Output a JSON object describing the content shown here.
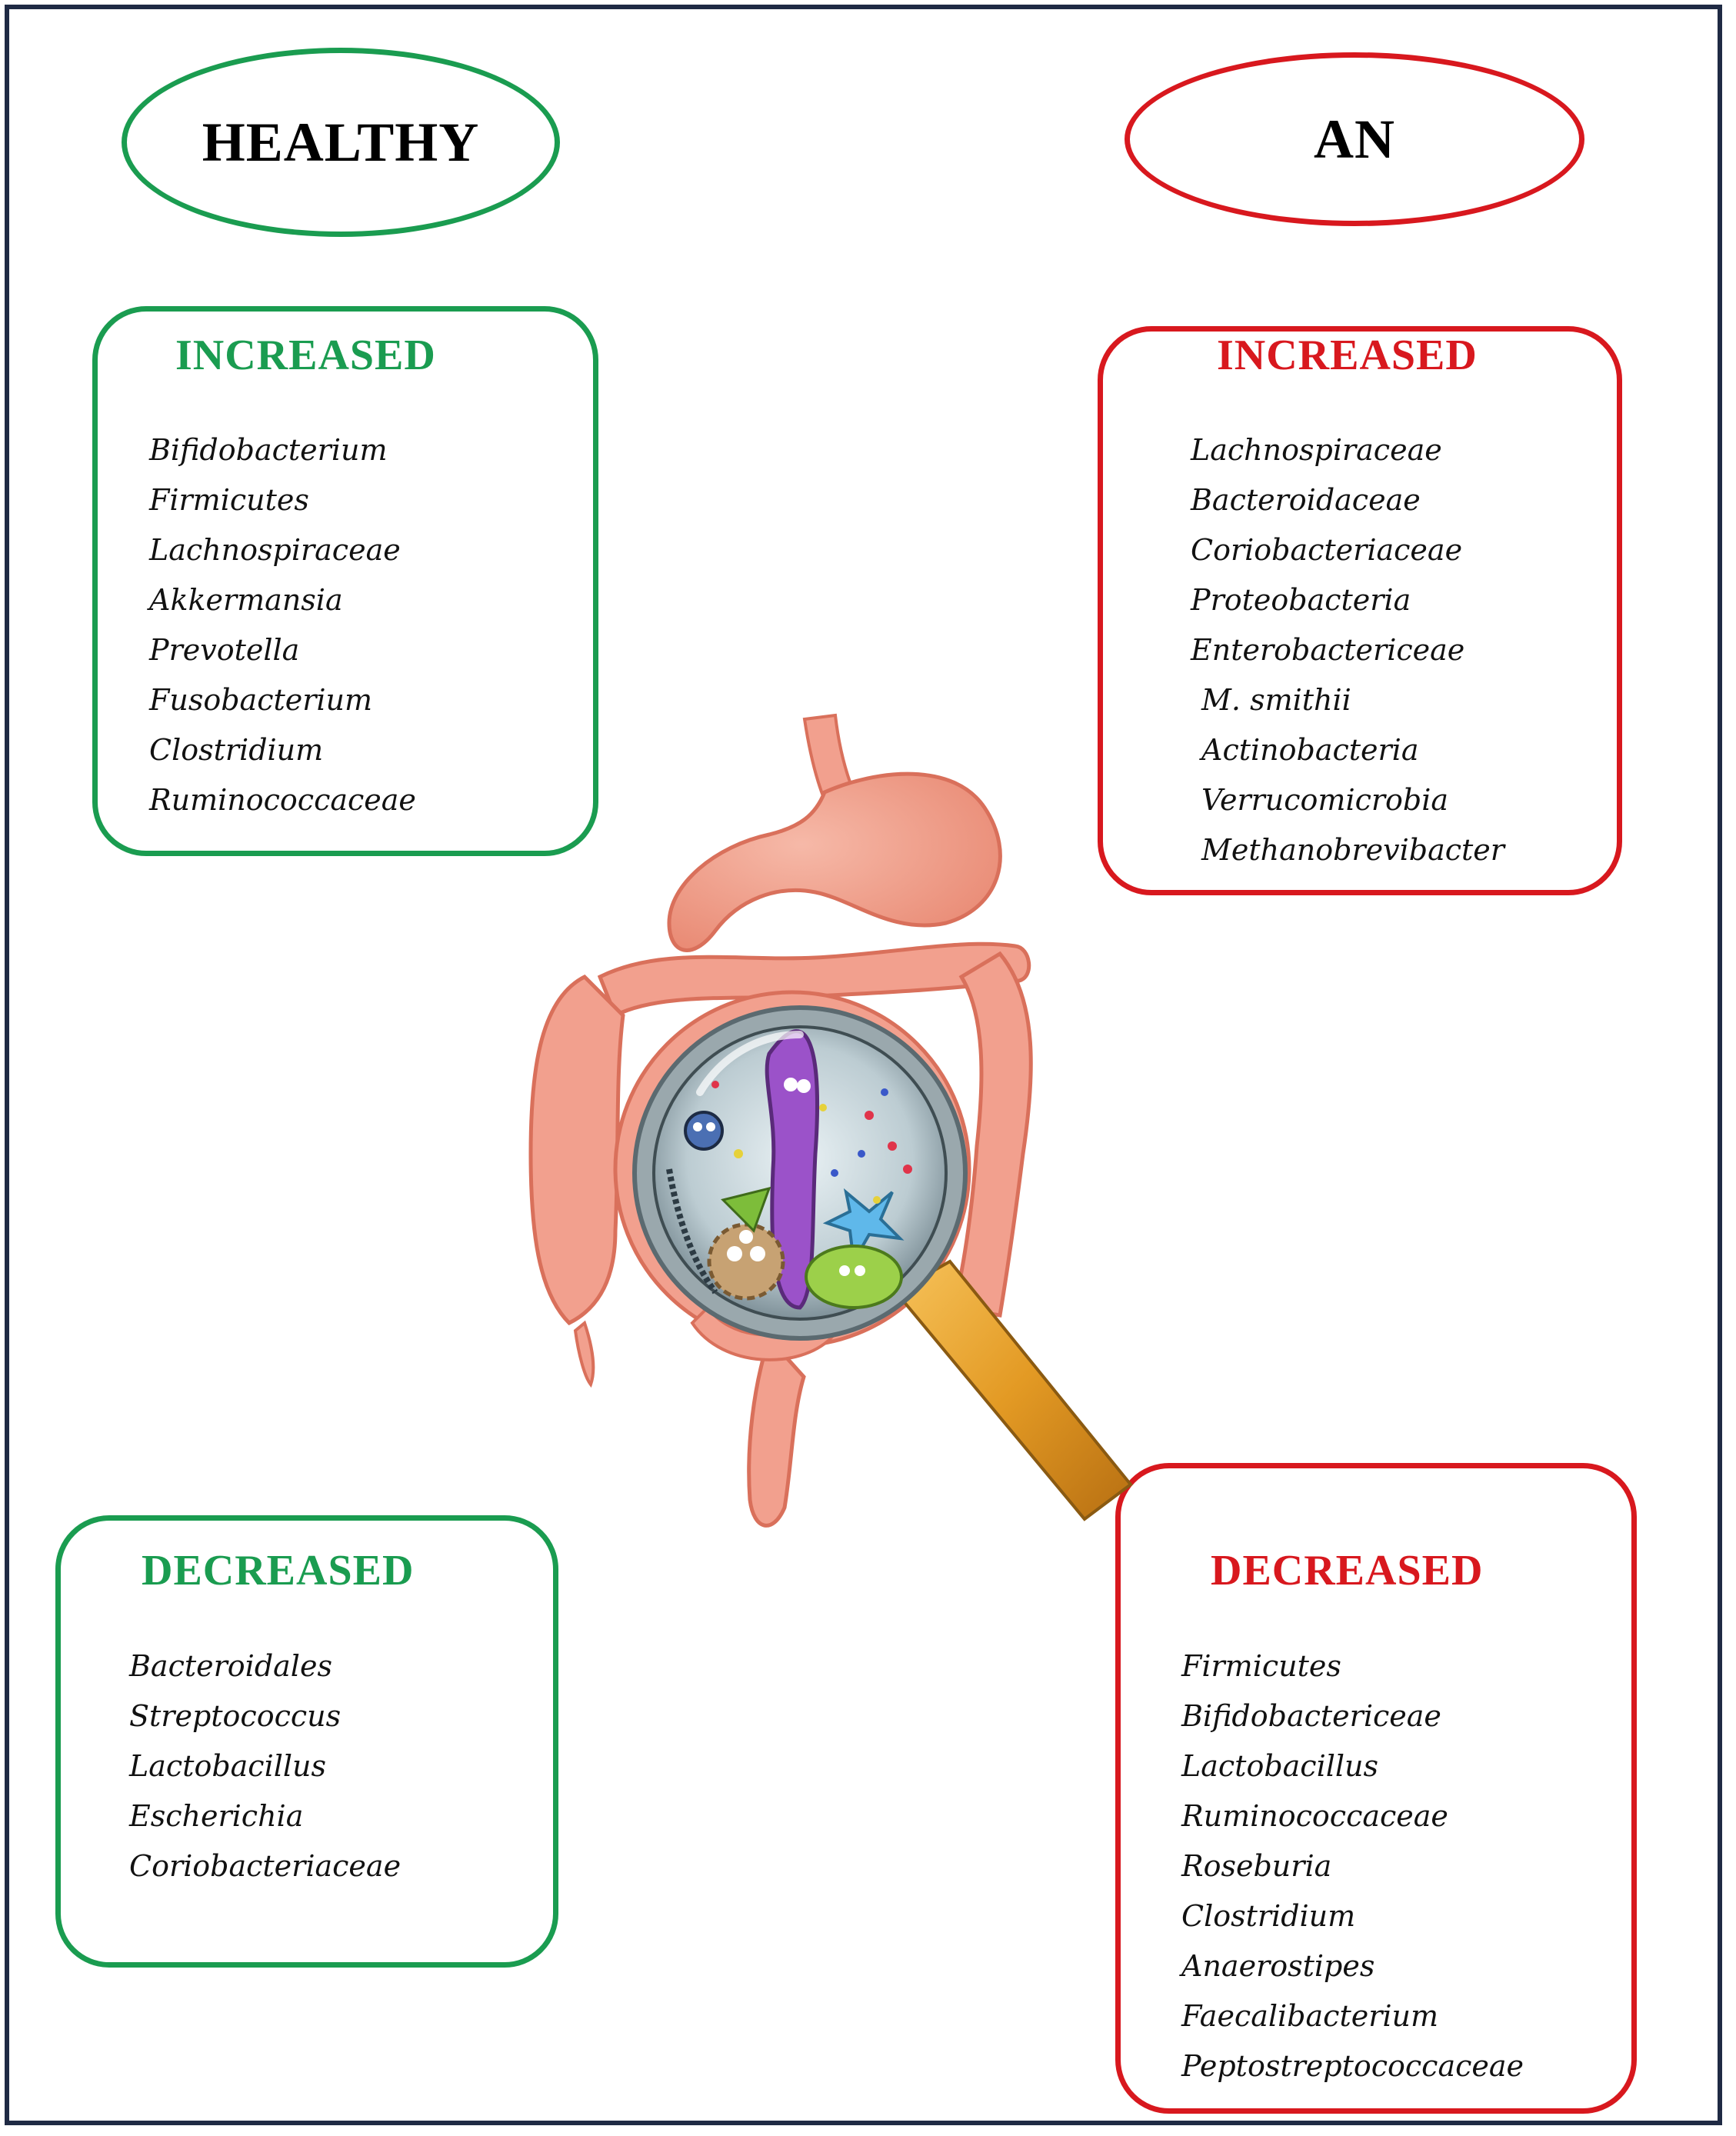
{
  "healthy": {
    "label": "HEALTHY",
    "increased": {
      "title": "INCREASED",
      "items": [
        "Bifidobacterium",
        "Firmicutes",
        "Lachnospiraceae",
        "Akkermansia",
        "Prevotella",
        "Fusobacterium",
        "Clostridium",
        "Ruminococcaceae"
      ]
    },
    "decreased": {
      "title": "DECREASED",
      "items": [
        "Bacteroidales",
        "Streptococcus",
        "Lactobacillus",
        "Escherichia",
        "Coriobacteriaceae"
      ]
    }
  },
  "an": {
    "label": "AN",
    "increased": {
      "title": "INCREASED",
      "items": [
        "Lachnospiraceae",
        "Bacteroidaceae",
        "Coriobacteriaceae",
        "Proteobacteria",
        "Enterobactericeae",
        "M. smithii",
        "Actinobacteria",
        "Verrucomicrobia",
        "Methanobrevibacter"
      ]
    },
    "decreased": {
      "title": "DECREASED",
      "items": [
        "Firmicutes",
        "Bifidobactericeae",
        "Lactobacillus",
        "Ruminococcaceae",
        "Roseburia",
        "Clostridium",
        "Anaerostipes",
        "Faecalibacterium",
        "Peptostreptococcaceae"
      ]
    }
  },
  "colors": {
    "healthy": "#1a9c50",
    "an": "#d8181e",
    "frame": "#1f2a44",
    "gut": "#f2a08e"
  },
  "illustration": {
    "icon": "magnifier-over-gut-microbiota-icon"
  }
}
